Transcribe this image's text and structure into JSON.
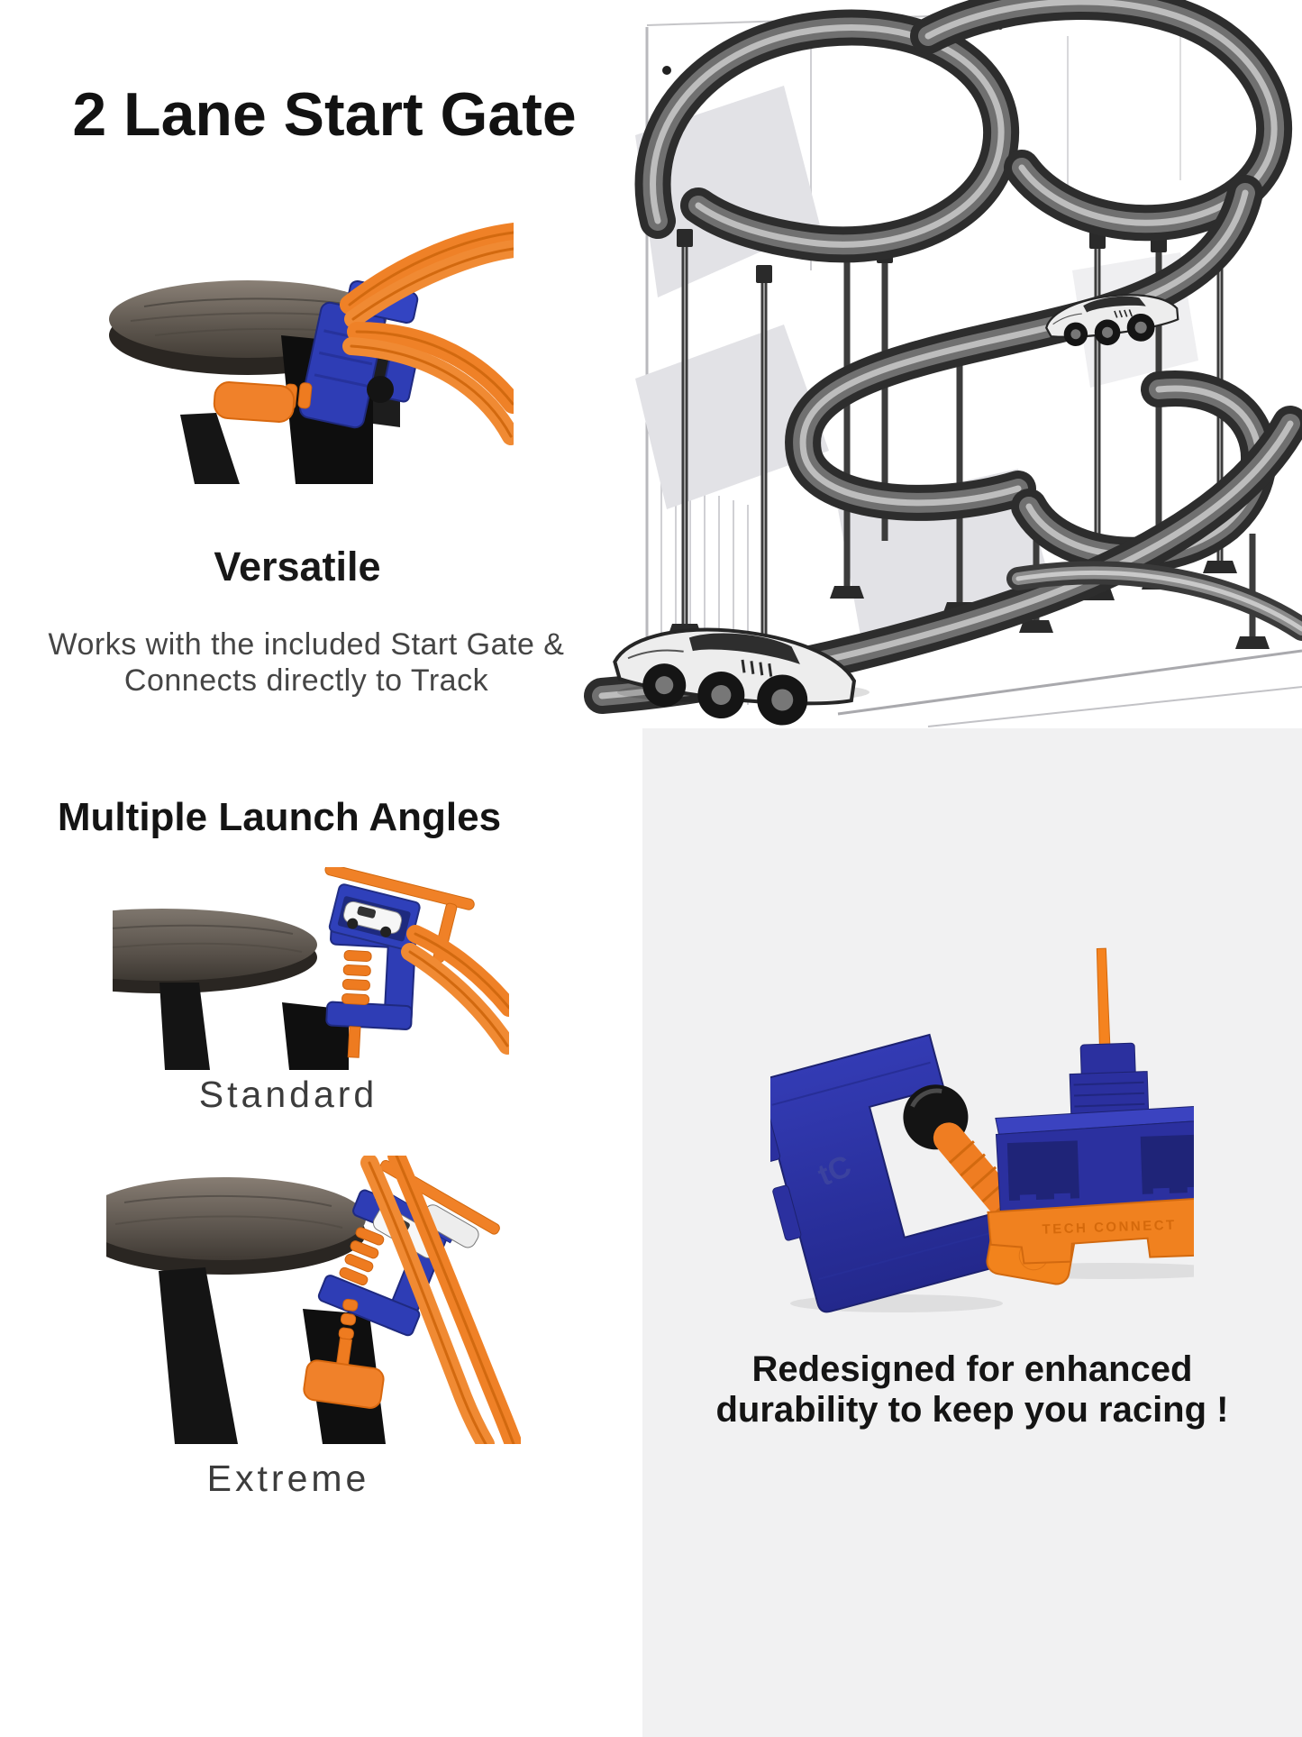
{
  "title": "2 Lane Start Gate",
  "sections": {
    "versatile": {
      "heading": "Versatile",
      "line1": "Works with the included Start Gate &",
      "line2": "Connects directly to Track"
    },
    "launch_angles": {
      "heading": "Multiple Launch Angles",
      "standard_label": "Standard",
      "extreme_label": "Extreme"
    },
    "redesigned": {
      "line1": "Redesigned for enhanced",
      "line2": "durability to keep you racing !"
    }
  },
  "product": {
    "emboss_text": "TECH CONNECT"
  },
  "images": {
    "sketch_alt": "pencil sketch of multi-level spiral toy race track with cars",
    "photo_versatile_alt": "start gate clamp with two orange tracks on table edge",
    "photo_standard_alt": "start gate clamped to table, gentle track slope",
    "photo_extreme_alt": "start gate clamped to table, steep track slope",
    "photo_product_alt": "redesigned blue and orange clamp and start gate parts"
  },
  "colors": {
    "accent_orange": "#ef8127",
    "brand_blue": "#2e3db5",
    "product_blue": "#2b309f",
    "panel_gray": "#f1f1f2",
    "text_dark": "#141414"
  }
}
